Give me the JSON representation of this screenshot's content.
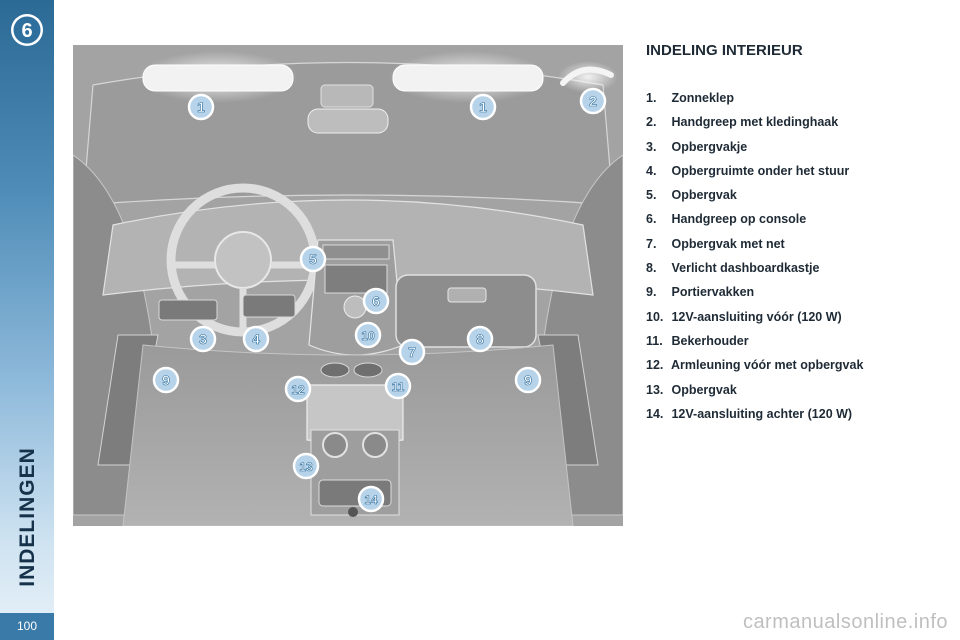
{
  "sidebar": {
    "chapter_number": "6",
    "section_label": "INDELINGEN",
    "page_number": "100"
  },
  "title": "INDELING INTERIEUR",
  "legend": [
    {
      "num": "1.",
      "label": "Zonneklep"
    },
    {
      "num": "2.",
      "label": "Handgreep met kledinghaak"
    },
    {
      "num": "3.",
      "label": "Opbergvakje"
    },
    {
      "num": "4.",
      "label": "Opbergruimte onder het stuur"
    },
    {
      "num": "5.",
      "label": "Opbergvak"
    },
    {
      "num": "6.",
      "label": "Handgreep op console"
    },
    {
      "num": "7.",
      "label": "Opbergvak met net"
    },
    {
      "num": "8.",
      "label": "Verlicht dashboardkastje"
    },
    {
      "num": "9.",
      "label": "Portiervakken"
    },
    {
      "num": "10.",
      "label": "12V-aansluiting vóór (120 W)"
    },
    {
      "num": "11.",
      "label": "Bekerhouder"
    },
    {
      "num": "12.",
      "label": "Armleuning vóór met opbergvak"
    },
    {
      "num": "13.",
      "label": "Opbergvak"
    },
    {
      "num": "14.",
      "label": "12V-aansluiting achter (120 W)"
    }
  ],
  "illustration": {
    "callouts": [
      "1",
      "1",
      "2",
      "3",
      "4",
      "5",
      "6",
      "7",
      "8",
      "9",
      "9",
      "10",
      "11",
      "12",
      "13",
      "14"
    ]
  },
  "watermark": "carmanualsonline.info"
}
